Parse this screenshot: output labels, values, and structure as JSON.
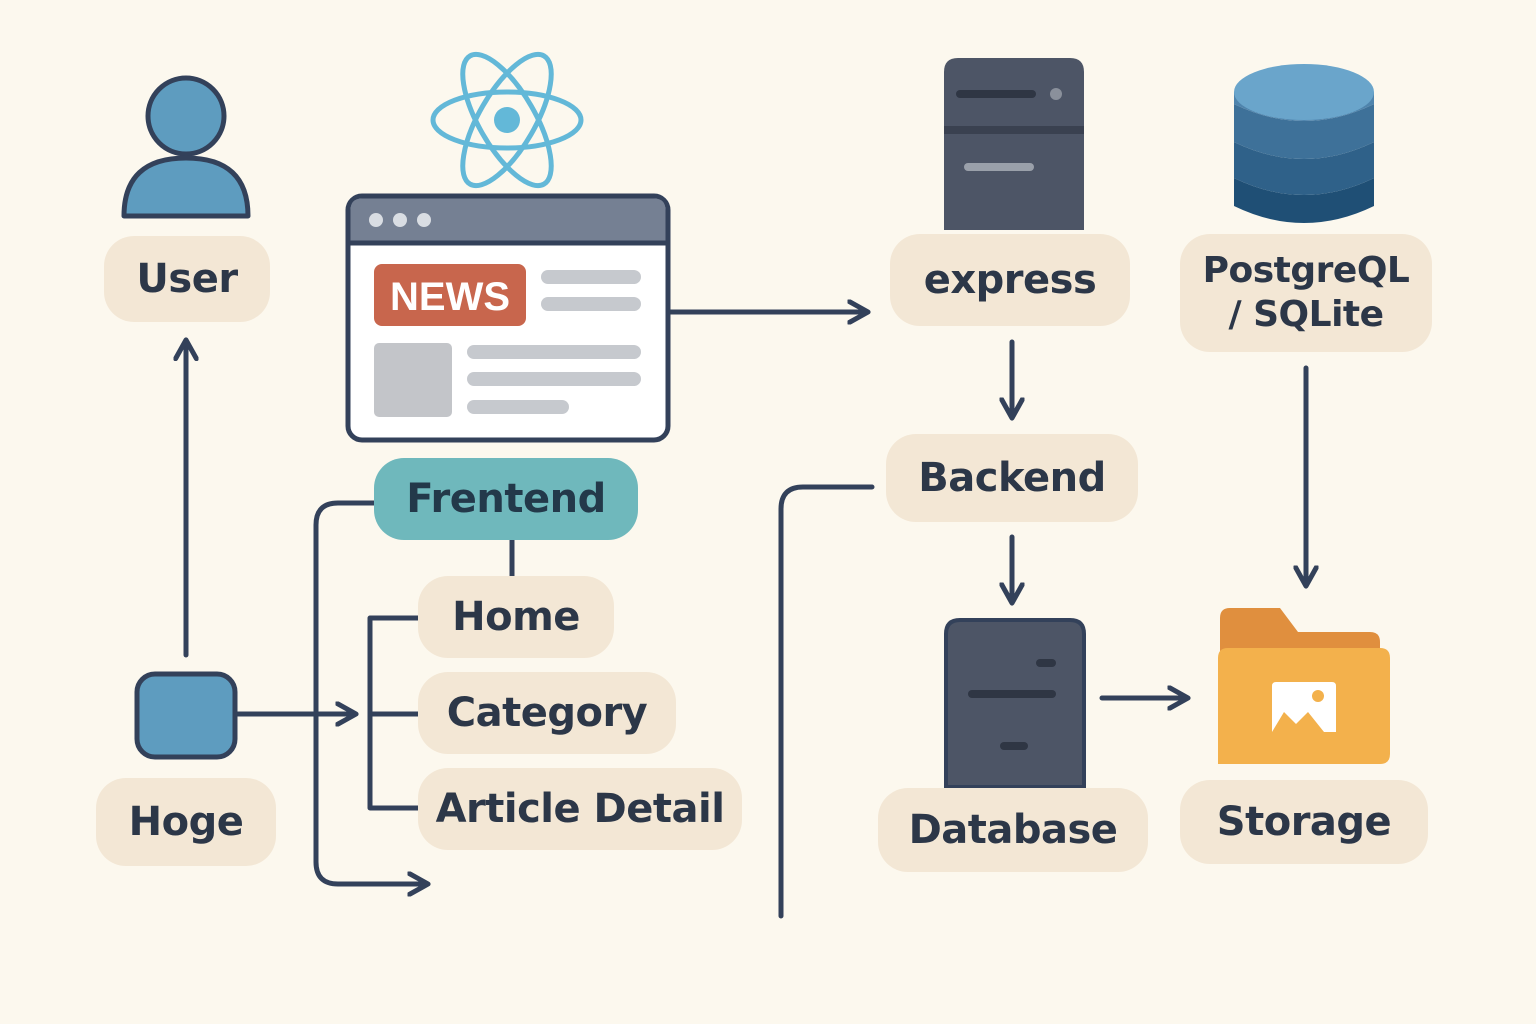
{
  "nodes": {
    "user": {
      "label": "User"
    },
    "hoge": {
      "label": "Hoge"
    },
    "news_badge": {
      "label": "NEWS"
    },
    "frontend": {
      "label": "Frentend"
    },
    "home": {
      "label": "Home"
    },
    "category": {
      "label": "Category"
    },
    "article_detail": {
      "label": "Article Detail"
    },
    "express": {
      "label": "express"
    },
    "backend": {
      "label": "Backend"
    },
    "database": {
      "label": "Database"
    },
    "postgres": {
      "line1": "PostgreQL",
      "line2": "/ SQLite"
    },
    "storage": {
      "label": "Storage"
    }
  },
  "icons": {
    "user": "user-icon",
    "hoge": "square-node-icon",
    "react": "react-logo-icon",
    "browser": "browser-window-icon",
    "express": "server-icon",
    "database": "server-icon",
    "postgres": "database-cylinder-icon",
    "storage": "image-folder-icon"
  },
  "colors": {
    "background": "#fcf8ee",
    "pill": "#f3e7d5",
    "pill_accent": "#6fb8bc",
    "line": "#33415a",
    "user_blue": "#5e9cbf",
    "react": "#63b8d8",
    "news": "#c8664d",
    "server": "#4d5566",
    "cylinder": "#3e7199",
    "folder": "#f3b14c"
  }
}
